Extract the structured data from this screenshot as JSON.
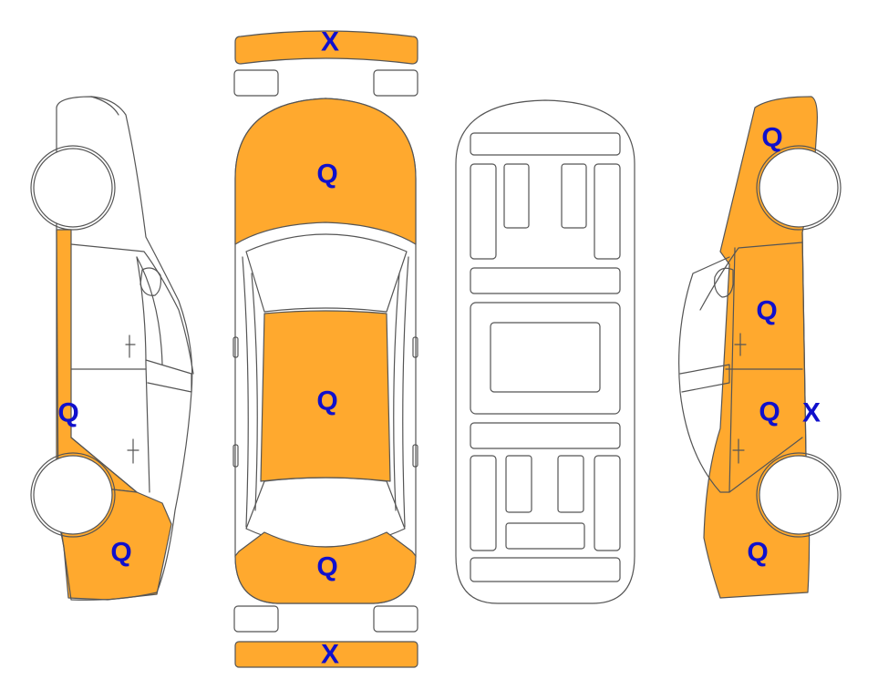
{
  "colors": {
    "damage_fill": "#FFA92E",
    "outline": "#555555",
    "label": "#1010CC",
    "background": "#FFFFFF"
  },
  "labels": {
    "front_bumper": "X",
    "hood": "Q",
    "roof": "Q",
    "trunk": "Q",
    "rear_bumper": "X",
    "left_rocker": "Q",
    "left_rear_quarter": "Q",
    "right_front_fender": "Q",
    "right_front_door": "Q",
    "right_rear_door": "Q",
    "right_rear_pillar": "X",
    "right_rear_quarter": "Q"
  }
}
